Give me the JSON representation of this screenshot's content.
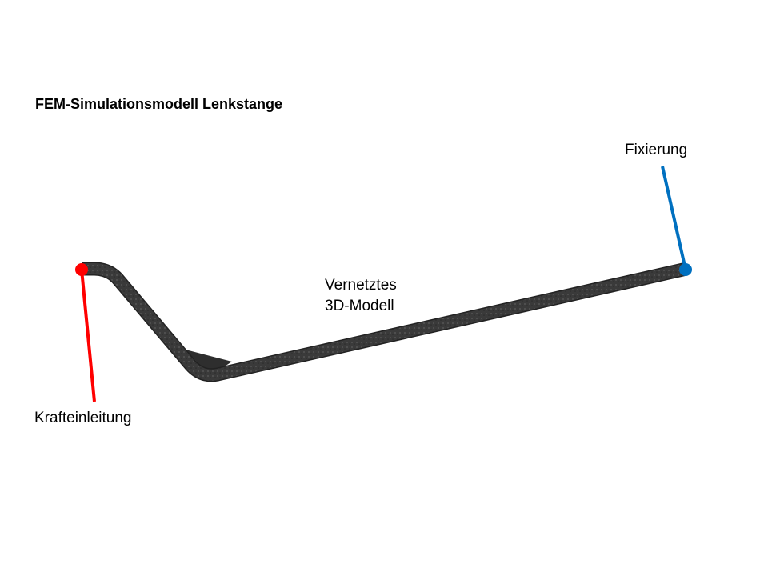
{
  "title": "FEM-Simulationsmodell Lenkstange",
  "labels": {
    "fixation": "Fixierung",
    "force": "Krafteinleitung",
    "model_line1": "Vernetztes",
    "model_line2": "3D-Modell"
  },
  "colors": {
    "force": "#ff0000",
    "fixation": "#0070c0",
    "rod": "#3a3a3a"
  }
}
